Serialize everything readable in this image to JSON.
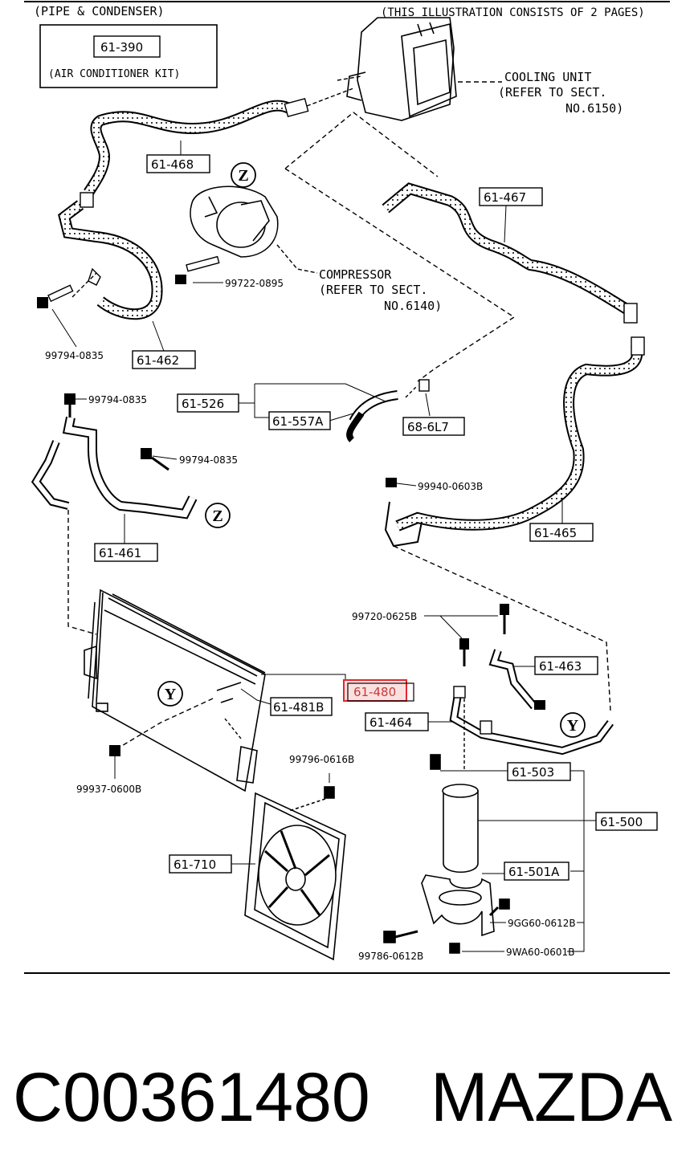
{
  "header": {
    "section": "(PIPE & CONDENSER)",
    "note": "(THIS ILLUSTRATION CONSISTS OF  2 PAGES)"
  },
  "kit": {
    "part": "61-390",
    "label": "(AIR CONDITIONER KIT)"
  },
  "refs": {
    "cooling_1": "COOLING UNIT",
    "cooling_2": "(REFER TO SECT.",
    "cooling_3": "NO.6150)",
    "comp_1": "COMPRESSOR",
    "comp_2": "(REFER TO SECT.",
    "comp_3": "NO.6140)"
  },
  "markers": {
    "z": "Z",
    "y": "Y"
  },
  "parts": {
    "p61468": "61-468",
    "p61467": "61-467",
    "p61462": "61-462",
    "p61526": "61-526",
    "p61557A": "61-557A",
    "p686L7": "68-6L7",
    "p61461": "61-461",
    "p61465": "61-465",
    "p61463": "61-463",
    "p61480": "61-480",
    "p61481B": "61-481B",
    "p61464": "61-464",
    "p61503": "61-503",
    "p61500": "61-500",
    "p61710": "61-710",
    "p61501A": "61-501A"
  },
  "bolts": {
    "b99722": "99722-0895",
    "b99794a": "99794-0835",
    "b99794b": "99794-0835",
    "b99794c": "99794-0835",
    "b99940": "99940-0603B",
    "b99720": "99720-0625B",
    "b99937": "99937-0600B",
    "b99796": "99796-0616B",
    "b9GG60": "9GG60-0612B",
    "b99786": "99786-0612B",
    "b9WA60": "9WA60-0601B"
  },
  "footer": {
    "code": "C00361480",
    "brand": "MAZDA"
  },
  "colors": {
    "highlight": "#e3262b",
    "highlight_fill": "#fbe0e0",
    "ink": "#000000"
  }
}
